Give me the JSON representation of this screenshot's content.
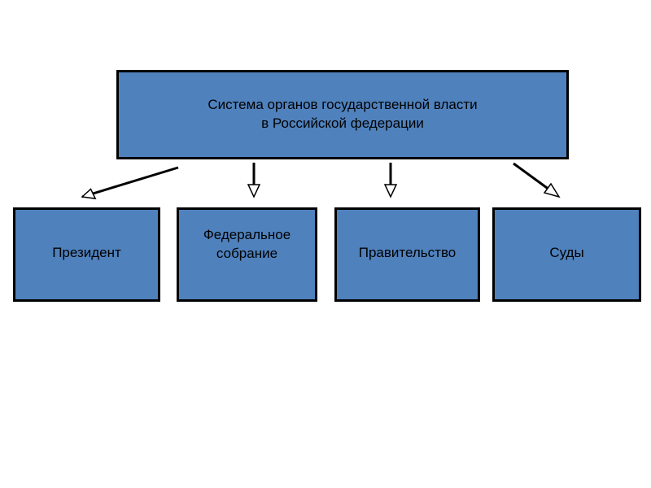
{
  "colors": {
    "box_fill": "#4f81bd",
    "border": "#000000",
    "text": "#000000",
    "background": "#ffffff"
  },
  "diagram": {
    "root": {
      "label": "Система органов государственной власти\nв Российской федерации"
    },
    "children": [
      {
        "label": "Президент"
      },
      {
        "label": "Федеральное\nсобрание"
      },
      {
        "label": "Правительство"
      },
      {
        "label": "Суды"
      }
    ]
  }
}
